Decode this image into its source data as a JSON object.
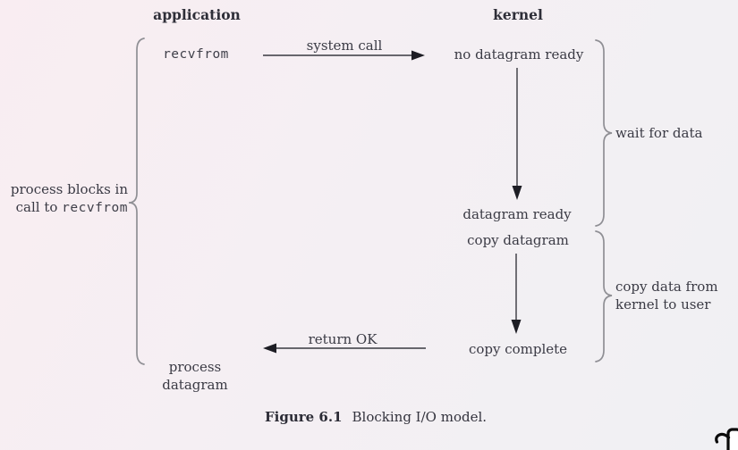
{
  "diagram": {
    "columns": {
      "application": "application",
      "kernel": "kernel"
    },
    "nodes": {
      "recvfrom": "recvfrom",
      "no_datagram_ready": "no datagram ready",
      "datagram_ready": "datagram ready",
      "copy_datagram": "copy datagram",
      "copy_complete": "copy complete",
      "process_line1": "process",
      "process_line2": "datagram"
    },
    "arrows": {
      "system_call": "system call",
      "return_ok": "return OK"
    },
    "annotations": {
      "process_blocks_line1": "process blocks in",
      "process_blocks_line2_prefix": "call to ",
      "process_blocks_line2_code": "recvfrom",
      "wait_for_data": "wait for data",
      "copy_data_line1": "copy data from",
      "copy_data_line2": "kernel to user"
    },
    "caption": {
      "label": "Figure 6.1",
      "text": "Blocking I/O model."
    },
    "colors": {
      "text": "#3a3a44",
      "line": "#38383f",
      "brace": "#8f8f94",
      "background_tint": "#f9edf2"
    }
  }
}
